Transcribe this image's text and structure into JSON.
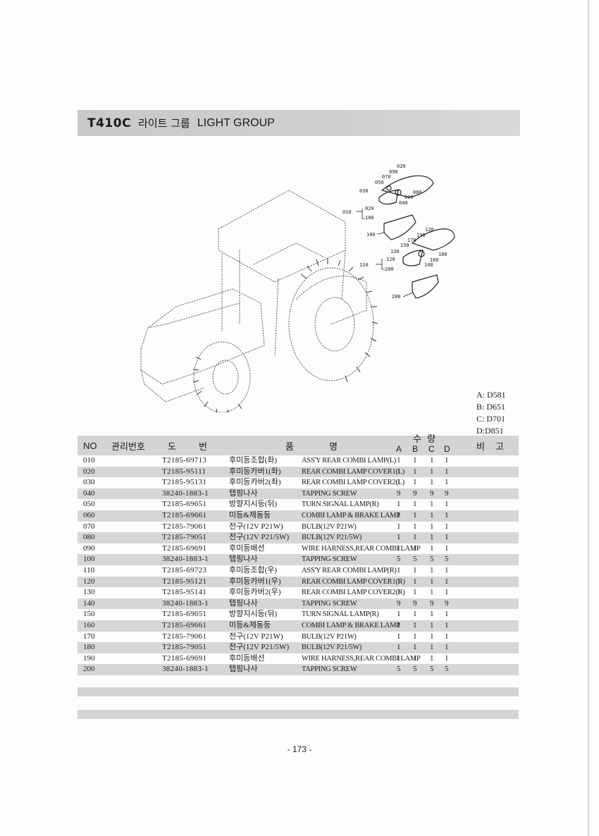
{
  "header": {
    "model": "T410C",
    "title_ko": "라이트 그룹",
    "title_en": "LIGHT GROUP"
  },
  "variants": [
    "A: D581",
    "B: D651",
    "C: D701",
    "D:D851"
  ],
  "table": {
    "columns": {
      "no": "NO",
      "mgmt": "관리번호",
      "drawing1": "도",
      "drawing2": "번",
      "name1": "품",
      "name2": "명",
      "qty1": "수",
      "qty2": "량",
      "a": "A",
      "b": "B",
      "c": "C",
      "d": "D",
      "remark1": "비",
      "remark2": "고"
    },
    "rows": [
      {
        "no": "010",
        "code": "T2185-69713",
        "ko": "후미등조합(좌)",
        "en": "ASS'Y REAR COMBI LAMP(L)",
        "a": "1",
        "b": "1",
        "c": "1",
        "d": "1"
      },
      {
        "no": "020",
        "code": "T2185-95111",
        "ko": "후미등카버1(좌)",
        "en": "REAR COMBI LAMP COVER1(L)",
        "a": "1",
        "b": "1",
        "c": "1",
        "d": "1"
      },
      {
        "no": "030",
        "code": "T2185-95131",
        "ko": "후미등카버2(좌)",
        "en": "REAR COMBI LAMP COVER2(L)",
        "a": "1",
        "b": "1",
        "c": "1",
        "d": "1"
      },
      {
        "no": "040",
        "code": "38240-1883-1",
        "ko": "탭핑나사",
        "en": "TAPPING SCREW",
        "a": "9",
        "b": "9",
        "c": "9",
        "d": "9"
      },
      {
        "no": "050",
        "code": "T2185-69651",
        "ko": "방향지시등(뒤)",
        "en": "TURN SIGNAL LAMP(R)",
        "a": "1",
        "b": "1",
        "c": "1",
        "d": "1"
      },
      {
        "no": "060",
        "code": "T2185-69661",
        "ko": "미등&제동등",
        "en": "COMBI LAMP & BRAKE LAMP",
        "a": "1",
        "b": "1",
        "c": "1",
        "d": "1"
      },
      {
        "no": "070",
        "code": "T2185-79061",
        "ko": "전구(12V P21W)",
        "en": "BULB(12V P21W)",
        "a": "1",
        "b": "1",
        "c": "1",
        "d": "1"
      },
      {
        "no": "080",
        "code": "T2185-79051",
        "ko": "전구(12V P21/5W)",
        "en": "BULB(12V P21/5W)",
        "a": "1",
        "b": "1",
        "c": "1",
        "d": "1"
      },
      {
        "no": "090",
        "code": "T2185-69691",
        "ko": "후미등배선",
        "en": "WIRE HARNESS,REAR COMBI LAMP",
        "a": "1",
        "b": "1",
        "c": "1",
        "d": "1"
      },
      {
        "no": "100",
        "code": "38240-1883-1",
        "ko": "탭핑나사",
        "en": "TAPPING SCREW",
        "a": "5",
        "b": "5",
        "c": "5",
        "d": "5"
      },
      {
        "no": "110",
        "code": "T2185-69723",
        "ko": "후미등조합(우)",
        "en": "ASS'Y REAR COMBI LAMP(R)",
        "a": "1",
        "b": "1",
        "c": "1",
        "d": "1"
      },
      {
        "no": "120",
        "code": "T2185-95121",
        "ko": "후미등카버1(우)",
        "en": "REAR COMBI LAMP COVER1(R)",
        "a": "1",
        "b": "1",
        "c": "1",
        "d": "1"
      },
      {
        "no": "130",
        "code": "T2185-95141",
        "ko": "후미등카버2(우)",
        "en": "REAR COMBI LAMP COVER2(R)",
        "a": "1",
        "b": "1",
        "c": "1",
        "d": "1"
      },
      {
        "no": "140",
        "code": "38240-1883-1",
        "ko": "탭핑나사",
        "en": "TAPPING SCREW",
        "a": "9",
        "b": "9",
        "c": "9",
        "d": "9"
      },
      {
        "no": "150",
        "code": "T2185-69651",
        "ko": "방향지시등(뒤)",
        "en": "TURN SIGNAL LAMP(R)",
        "a": "1",
        "b": "1",
        "c": "1",
        "d": "1"
      },
      {
        "no": "160",
        "code": "T2185-69661",
        "ko": "미등&제동등",
        "en": "COMBI LAMP & BRAKE LAMP",
        "a": "1",
        "b": "1",
        "c": "1",
        "d": "1"
      },
      {
        "no": "170",
        "code": "T2185-79061",
        "ko": "전구(12V P21W)",
        "en": "BULB(12V P21W)",
        "a": "1",
        "b": "1",
        "c": "1",
        "d": "1"
      },
      {
        "no": "180",
        "code": "T2185-79051",
        "ko": "전구(12V P21/5W)",
        "en": "BULB(12V P21/5W)",
        "a": "1",
        "b": "1",
        "c": "1",
        "d": "1"
      },
      {
        "no": "190",
        "code": "T2185-69691",
        "ko": "후미등배선",
        "en": "WIRE HARNESS,REAR COMBI LAMP",
        "a": "1",
        "b": "1",
        "c": "1",
        "d": "1"
      },
      {
        "no": "200",
        "code": "38240-1883-1",
        "ko": "탭핑나사",
        "en": "TAPPING SCREW",
        "a": "5",
        "b": "5",
        "c": "5",
        "d": "5"
      }
    ]
  },
  "diagram_labels": [
    "010",
    "020",
    "030",
    "040",
    "050",
    "060",
    "070",
    "080",
    "090",
    "100",
    "110",
    "120",
    "130",
    "140",
    "150",
    "160",
    "170",
    "180",
    "190",
    "200"
  ],
  "page_number": "- 173 -"
}
